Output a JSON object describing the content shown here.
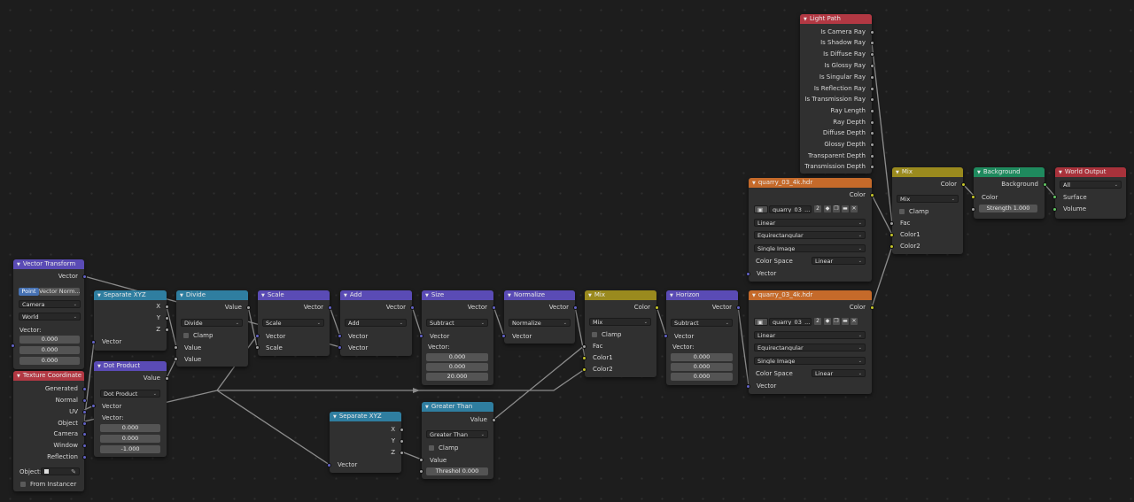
{
  "nodes": {
    "vector_transform": {
      "title": "Vector Transform",
      "out_vector": "Vector",
      "mode_point": "Point",
      "mode_normal": "Vector Norm...",
      "convert_from": "Camera",
      "convert_to": "World",
      "vector_label": "Vector:",
      "x": "0.000",
      "y": "0.000",
      "z": "0.000"
    },
    "separate_xyz_1": {
      "title": "Separate XYZ",
      "x": "X",
      "y": "Y",
      "z": "Z",
      "in_vector": "Vector"
    },
    "dot_product": {
      "title": "Dot Product",
      "out_value": "Value",
      "operation": "Dot Product",
      "in_vector1": "Vector",
      "in_vector2_label": "Vector:",
      "x": "0.000",
      "y": "0.000",
      "z": "-1.000"
    },
    "texture_coordinate": {
      "title": "Texture Coordinate",
      "outputs": [
        "Generated",
        "Normal",
        "UV",
        "Object",
        "Camera",
        "Window",
        "Reflection"
      ],
      "object_label": "Object:",
      "from_instancer": "From Instancer"
    },
    "divide": {
      "title": "Divide",
      "out_value": "Value",
      "operation": "Divide",
      "clamp": "Clamp",
      "in1": "Value",
      "in2": "Value"
    },
    "scale": {
      "title": "Scale",
      "out_vector": "Vector",
      "operation": "Scale",
      "in_vector": "Vector",
      "in_scale": "Scale"
    },
    "add": {
      "title": "Add",
      "out_vector": "Vector",
      "operation": "Add",
      "in1": "Vector",
      "in2": "Vector"
    },
    "size": {
      "title": "Size",
      "out_vector": "Vector",
      "operation": "Subtract",
      "in_vector": "Vector",
      "vector_label": "Vector:",
      "x": "0.000",
      "y": "0.000",
      "z": "20.000"
    },
    "normalize": {
      "title": "Normalize",
      "out_vector": "Vector",
      "operation": "Normalize",
      "in_vector": "Vector"
    },
    "mix_1": {
      "title": "Mix",
      "out_color": "Color",
      "blend": "Mix",
      "clamp": "Clamp",
      "fac": "Fac",
      "color1": "Color1",
      "color2": "Color2"
    },
    "horizon": {
      "title": "Horizon",
      "out_vector": "Vector",
      "operation": "Subtract",
      "in_vector": "Vector",
      "vector_label": "Vector:",
      "x": "0.000",
      "y": "0.000",
      "z": "0.000"
    },
    "separate_xyz_2": {
      "title": "Separate XYZ",
      "x": "X",
      "y": "Y",
      "z": "Z",
      "in_vector": "Vector"
    },
    "greater_than": {
      "title": "Greater Than",
      "out_value": "Value",
      "operation": "Greater Than",
      "clamp": "Clamp",
      "in_value": "Value",
      "threshold_label": "Threshol",
      "threshold_value": "0.000"
    },
    "light_path": {
      "title": "Light Path",
      "outputs": [
        "Is Camera Ray",
        "Is Shadow Ray",
        "Is Diffuse Ray",
        "Is Glossy Ray",
        "Is Singular Ray",
        "Is Reflection Ray",
        "Is Transmission Ray",
        "Ray Length",
        "Ray Depth",
        "Diffuse Depth",
        "Glossy Depth",
        "Transparent Depth",
        "Transmission Depth"
      ]
    },
    "env_tex_1": {
      "title": "quarry_03_4k.hdr",
      "out_color": "Color",
      "image_name": "quarry_03_...",
      "users": "2",
      "interpolation": "Linear",
      "projection": "Equirectangular",
      "source": "Single Image",
      "color_space_label": "Color Space",
      "color_space": "Linear",
      "in_vector": "Vector"
    },
    "env_tex_2": {
      "title": "quarry_03_4k.hdr",
      "out_color": "Color",
      "image_name": "quarry_03_...",
      "users": "2",
      "interpolation": "Linear",
      "projection": "Equirectangular",
      "source": "Single Image",
      "color_space_label": "Color Space",
      "color_space": "Linear",
      "in_vector": "Vector"
    },
    "mix_2": {
      "title": "Mix",
      "out_color": "Color",
      "blend": "Mix",
      "clamp": "Clamp",
      "fac": "Fac",
      "color1": "Color1",
      "color2": "Color2"
    },
    "background": {
      "title": "Background",
      "out_background": "Background",
      "in_color": "Color",
      "strength_label": "Strength",
      "strength_value": "1.000"
    },
    "world_output": {
      "title": "World Output",
      "target": "All",
      "in_surface": "Surface",
      "in_volume": "Volume"
    }
  },
  "colors": {
    "header_vector": "#5a4bb5",
    "header_converter": "#2f7ea0",
    "header_input": "#b23843",
    "header_texture": "#c56a2a",
    "header_color": "#9a8a1e",
    "header_shader": "#1f8a5e",
    "header_output": "#a8323b",
    "socket_vector": "#6363c7",
    "socket_value": "#a1a1a1",
    "socket_color": "#c7c729",
    "socket_shader": "#63c763",
    "canvas": "#1d1d1d"
  },
  "icons": [
    "collapse-arrow-icon",
    "image-browse-icon",
    "fake-user-shield-icon",
    "duplicate-icon",
    "open-folder-icon",
    "unlink-x-icon",
    "eyedropper-icon",
    "dropdown-chevron-icon"
  ]
}
